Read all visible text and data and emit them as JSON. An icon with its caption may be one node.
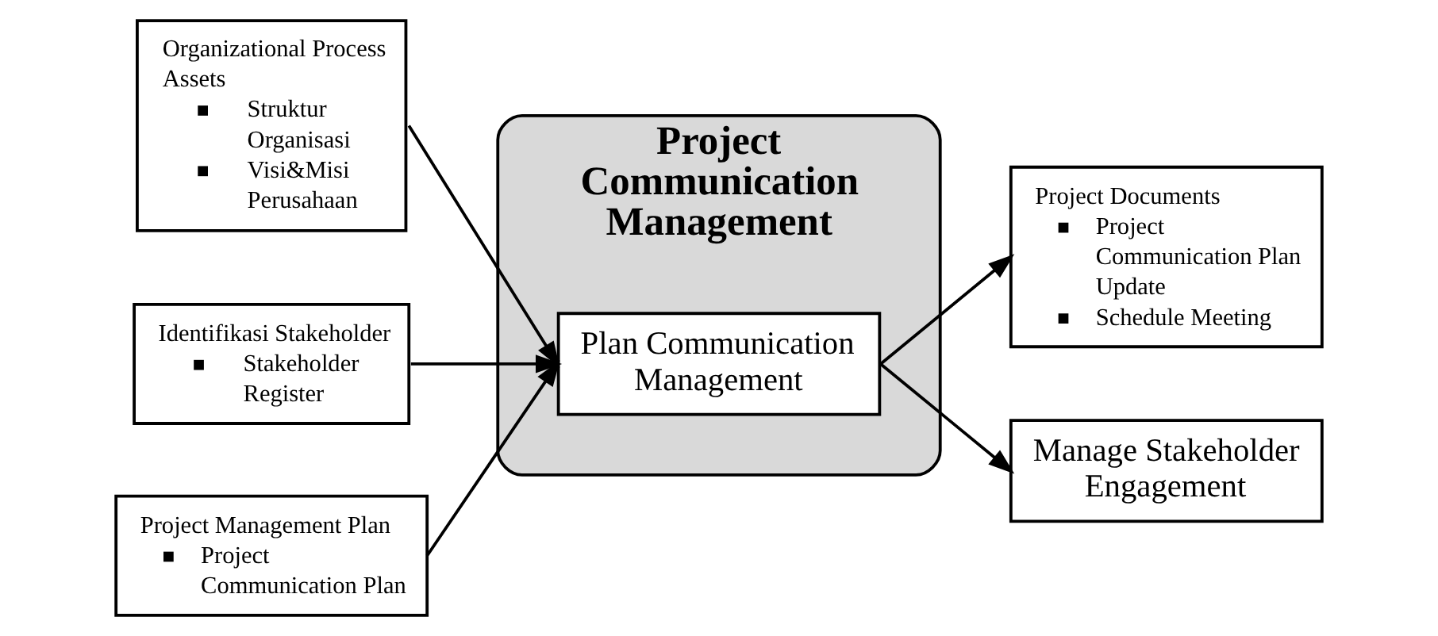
{
  "diagram": {
    "nodes": [
      {
        "text": [
          "Organizational Process Assets",
          "Struktur Organisasi",
          "Visi&Misi Perusahaan"
        ]
      },
      {
        "text": [
          "Identifikasi Stakeholder",
          "Stakeholder Register"
        ]
      },
      {
        "text": [
          "Project Management Plan",
          "Project Communication Plan"
        ]
      },
      {
        "text": [
          "Project Communication Management"
        ]
      },
      {
        "text": [
          "Plan Communication Management"
        ],
        "in": 3
      },
      {
        "text": [
          "Project Documents",
          "Project Communication Plan Update",
          "Schedule Meeting"
        ]
      },
      {
        "text": [
          "Manage Stakeholder Engagement"
        ]
      }
    ],
    "edges": [
      {
        "from": 0,
        "to": 4,
        "arrow": "to"
      },
      {
        "from": 1,
        "to": 4,
        "arrow": "to"
      },
      {
        "from": 2,
        "to": 4,
        "arrow": "to"
      },
      {
        "from": 4,
        "to": 5,
        "arrow": "to"
      },
      {
        "from": 4,
        "to": 6,
        "arrow": "to"
      }
    ]
  }
}
